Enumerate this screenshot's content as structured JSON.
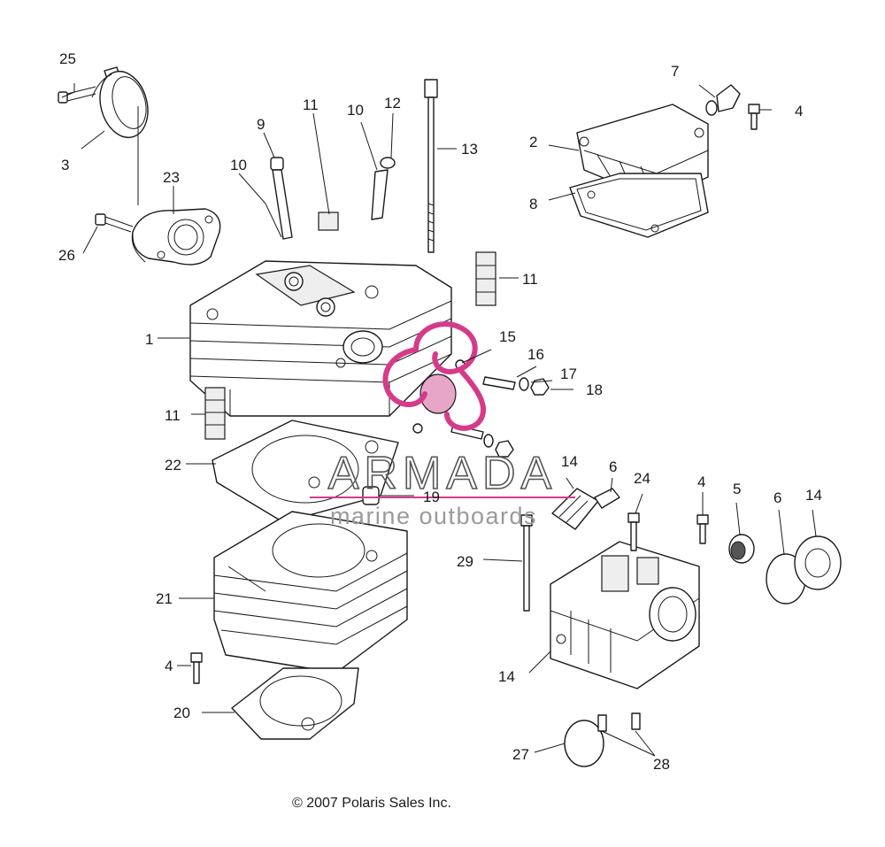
{
  "labels": {
    "p25": "25",
    "p3": "3",
    "p23": "23",
    "p26": "26",
    "p9": "9",
    "p10a": "10",
    "p10b": "10",
    "p11a": "11",
    "p12": "12",
    "p13": "13",
    "p11b": "11",
    "p1": "1",
    "p11c": "11",
    "p22": "22",
    "p15": "15",
    "p16": "16",
    "p17": "17",
    "p18": "18",
    "p19": "19",
    "p7": "7",
    "p4a": "4",
    "p2": "2",
    "p8": "8",
    "p21": "21",
    "p4b": "4",
    "p20": "20",
    "p14a": "14",
    "p6a": "6",
    "p24": "24",
    "p4c": "4",
    "p5": "5",
    "p6b": "6",
    "p14b": "14",
    "p29": "29",
    "p14c": "14",
    "p27": "27",
    "p28": "28"
  },
  "watermark": {
    "brand": "ARMADA",
    "tagline": "marine outboards",
    "accent_color": "#d63a8a"
  },
  "copyright": "© 2007 Polaris Sales Inc."
}
